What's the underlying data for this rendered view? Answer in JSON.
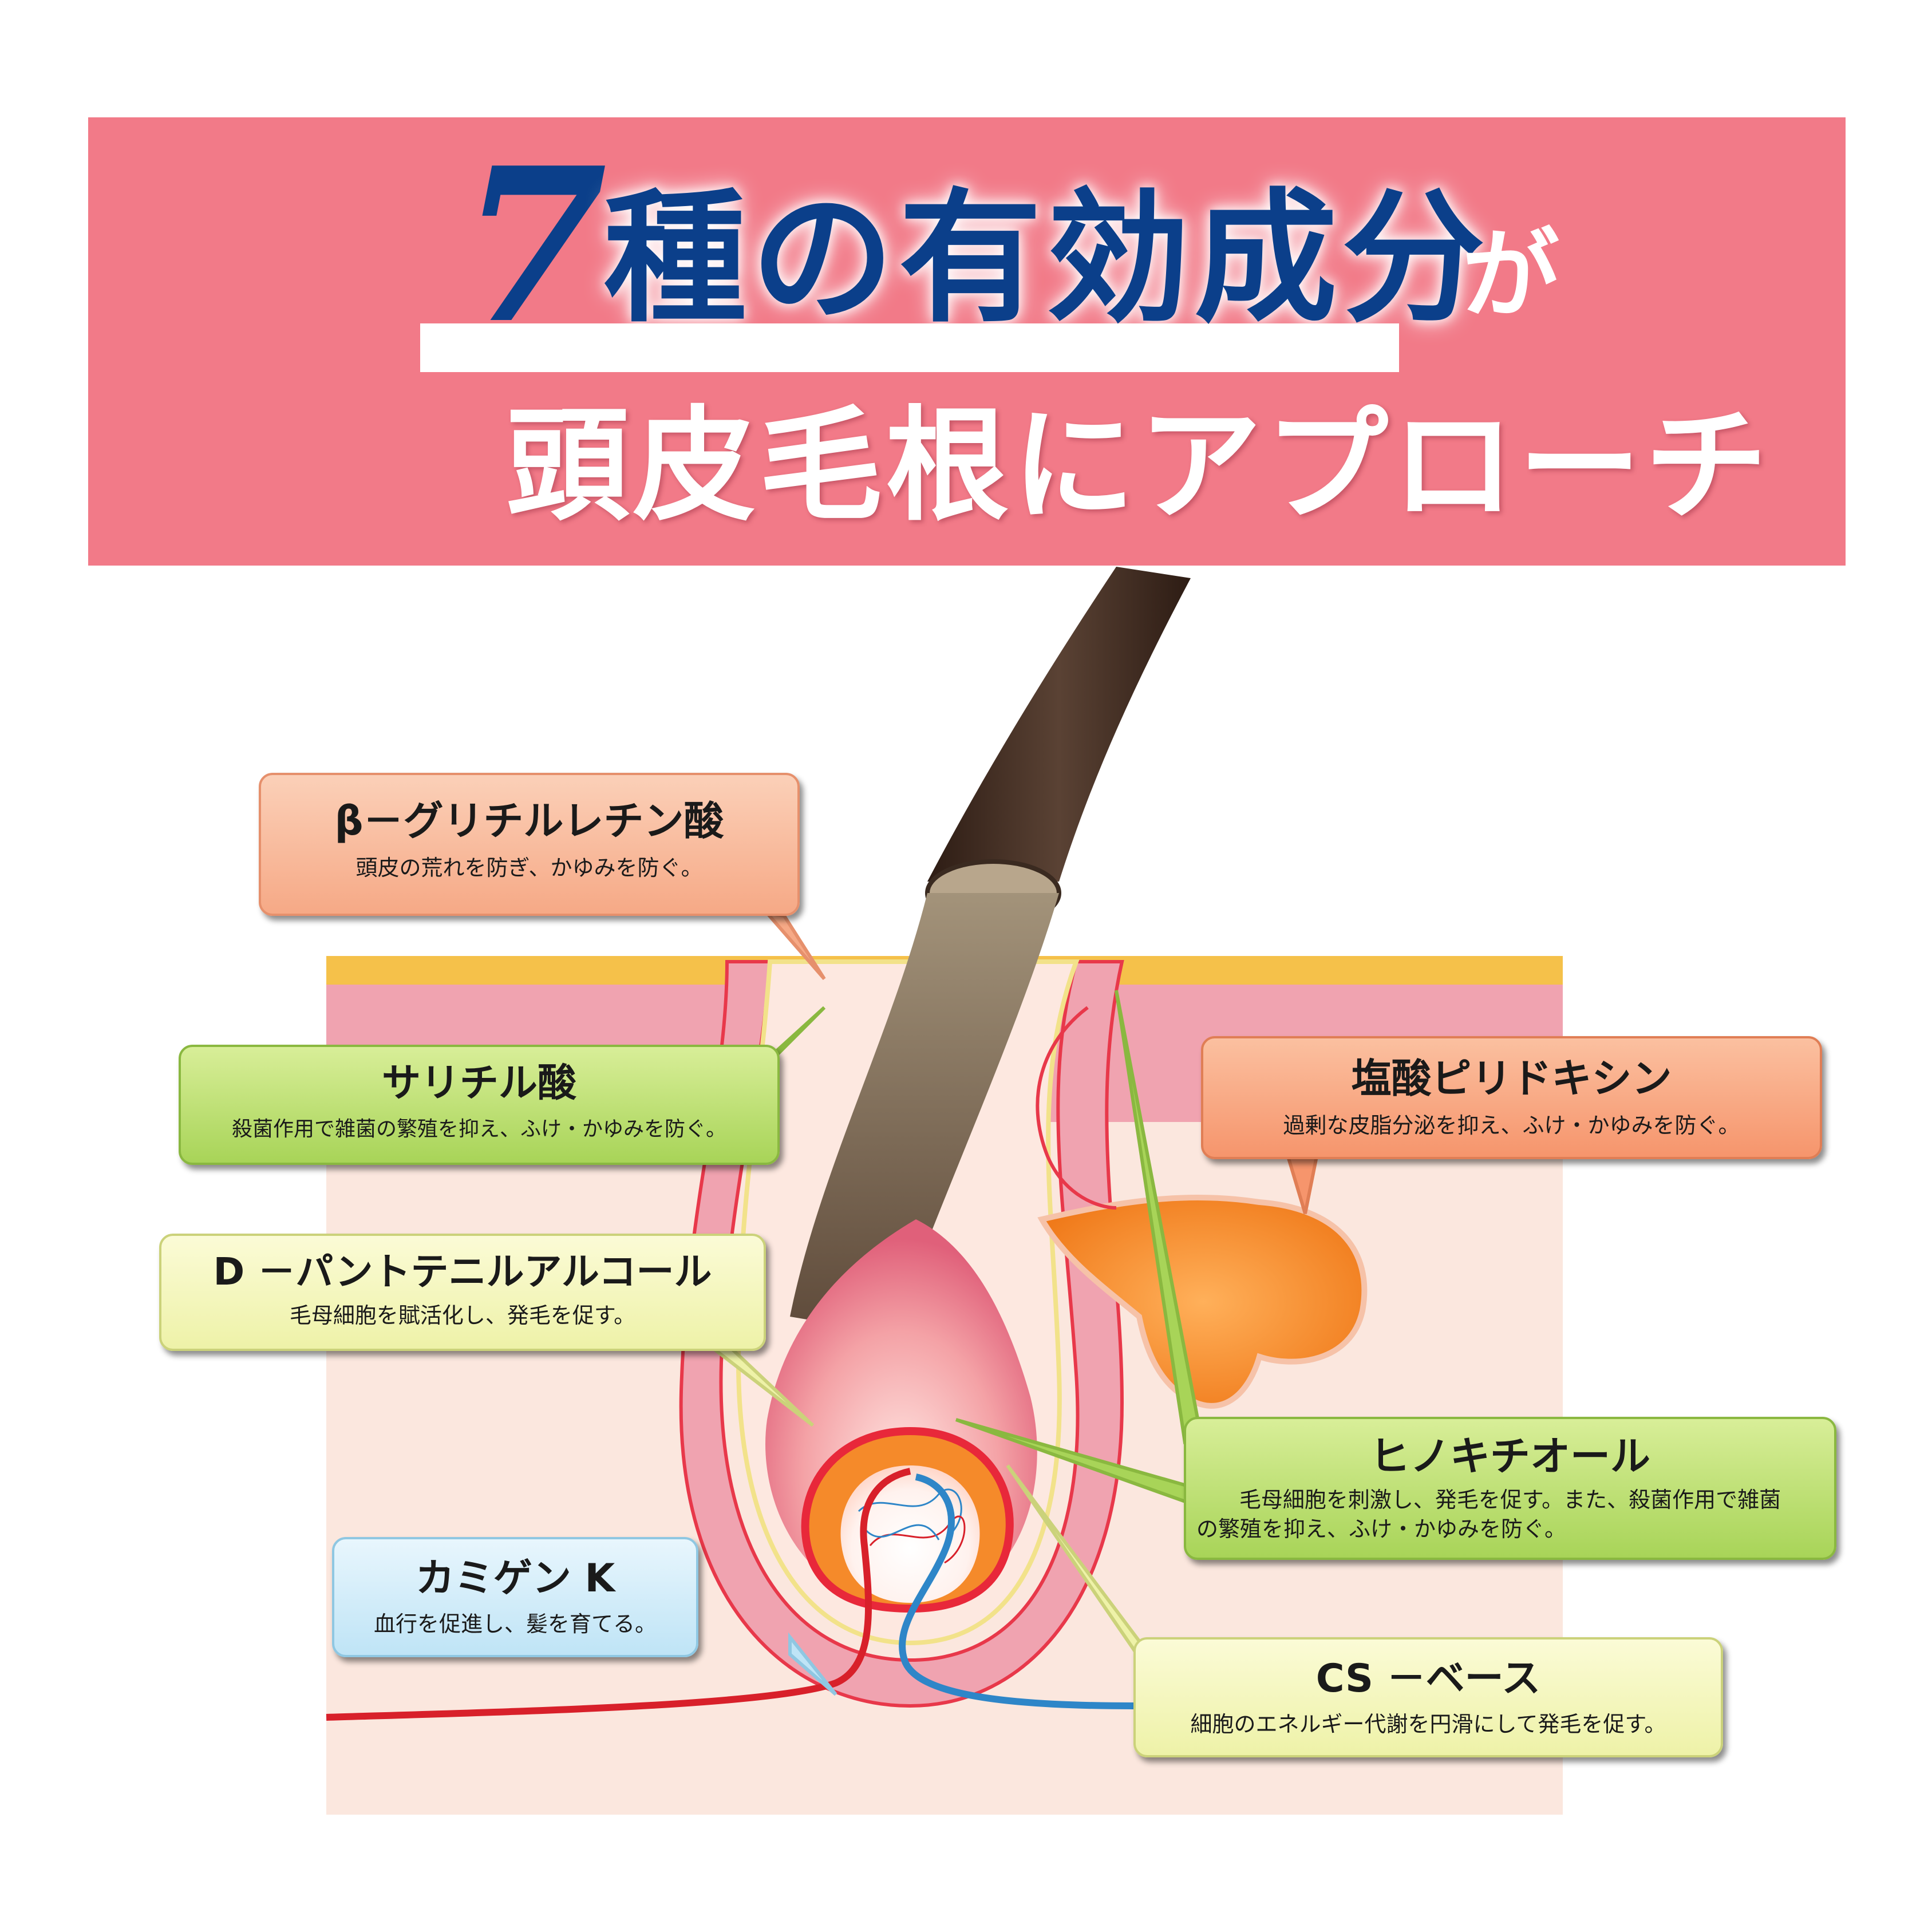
{
  "header": {
    "title_number": "7",
    "title_main": "種の有効成分",
    "title_particle": "が",
    "subtitle": "頭皮毛根にアプローチ"
  },
  "ingredients": [
    {
      "name": "β－グリチルレチン酸",
      "desc": "頭皮の荒れを防ぎ、かゆみを防ぐ。"
    },
    {
      "name": "サリチル酸",
      "desc": "殺菌作用で雑菌の繁殖を抑え、ふけ・かゆみを防ぐ。"
    },
    {
      "name": "塩酸ピリドキシン",
      "desc": "過剰な皮脂分泌を抑え、ふけ・かゆみを防ぐ。"
    },
    {
      "name": "D －パントテニルアルコール",
      "desc": "毛母細胞を賦活化し、発毛を促す。"
    },
    {
      "name": "ヒノキチオール",
      "desc_line1": "毛母細胞を刺激し、発毛を促す。また、殺菌作用で雑菌",
      "desc_line2": "の繁殖を抑え、ふけ・かゆみを防ぐ。"
    },
    {
      "name": "カミゲン K",
      "desc": "血行を促進し、髪を育てる。"
    },
    {
      "name": "CS －ベース",
      "desc": "細胞のエネルギー代謝を円滑にして発毛を促す。"
    }
  ],
  "colors": {
    "banner": "#f27a88",
    "title_blue": "#0b3f8a",
    "hair": "#4a3328",
    "skin_surface": "#f5c14a",
    "epidermis": "#f0a3b0",
    "dermis": "#fbe7de",
    "artery": "#d8202a",
    "vein": "#2e86c8"
  }
}
